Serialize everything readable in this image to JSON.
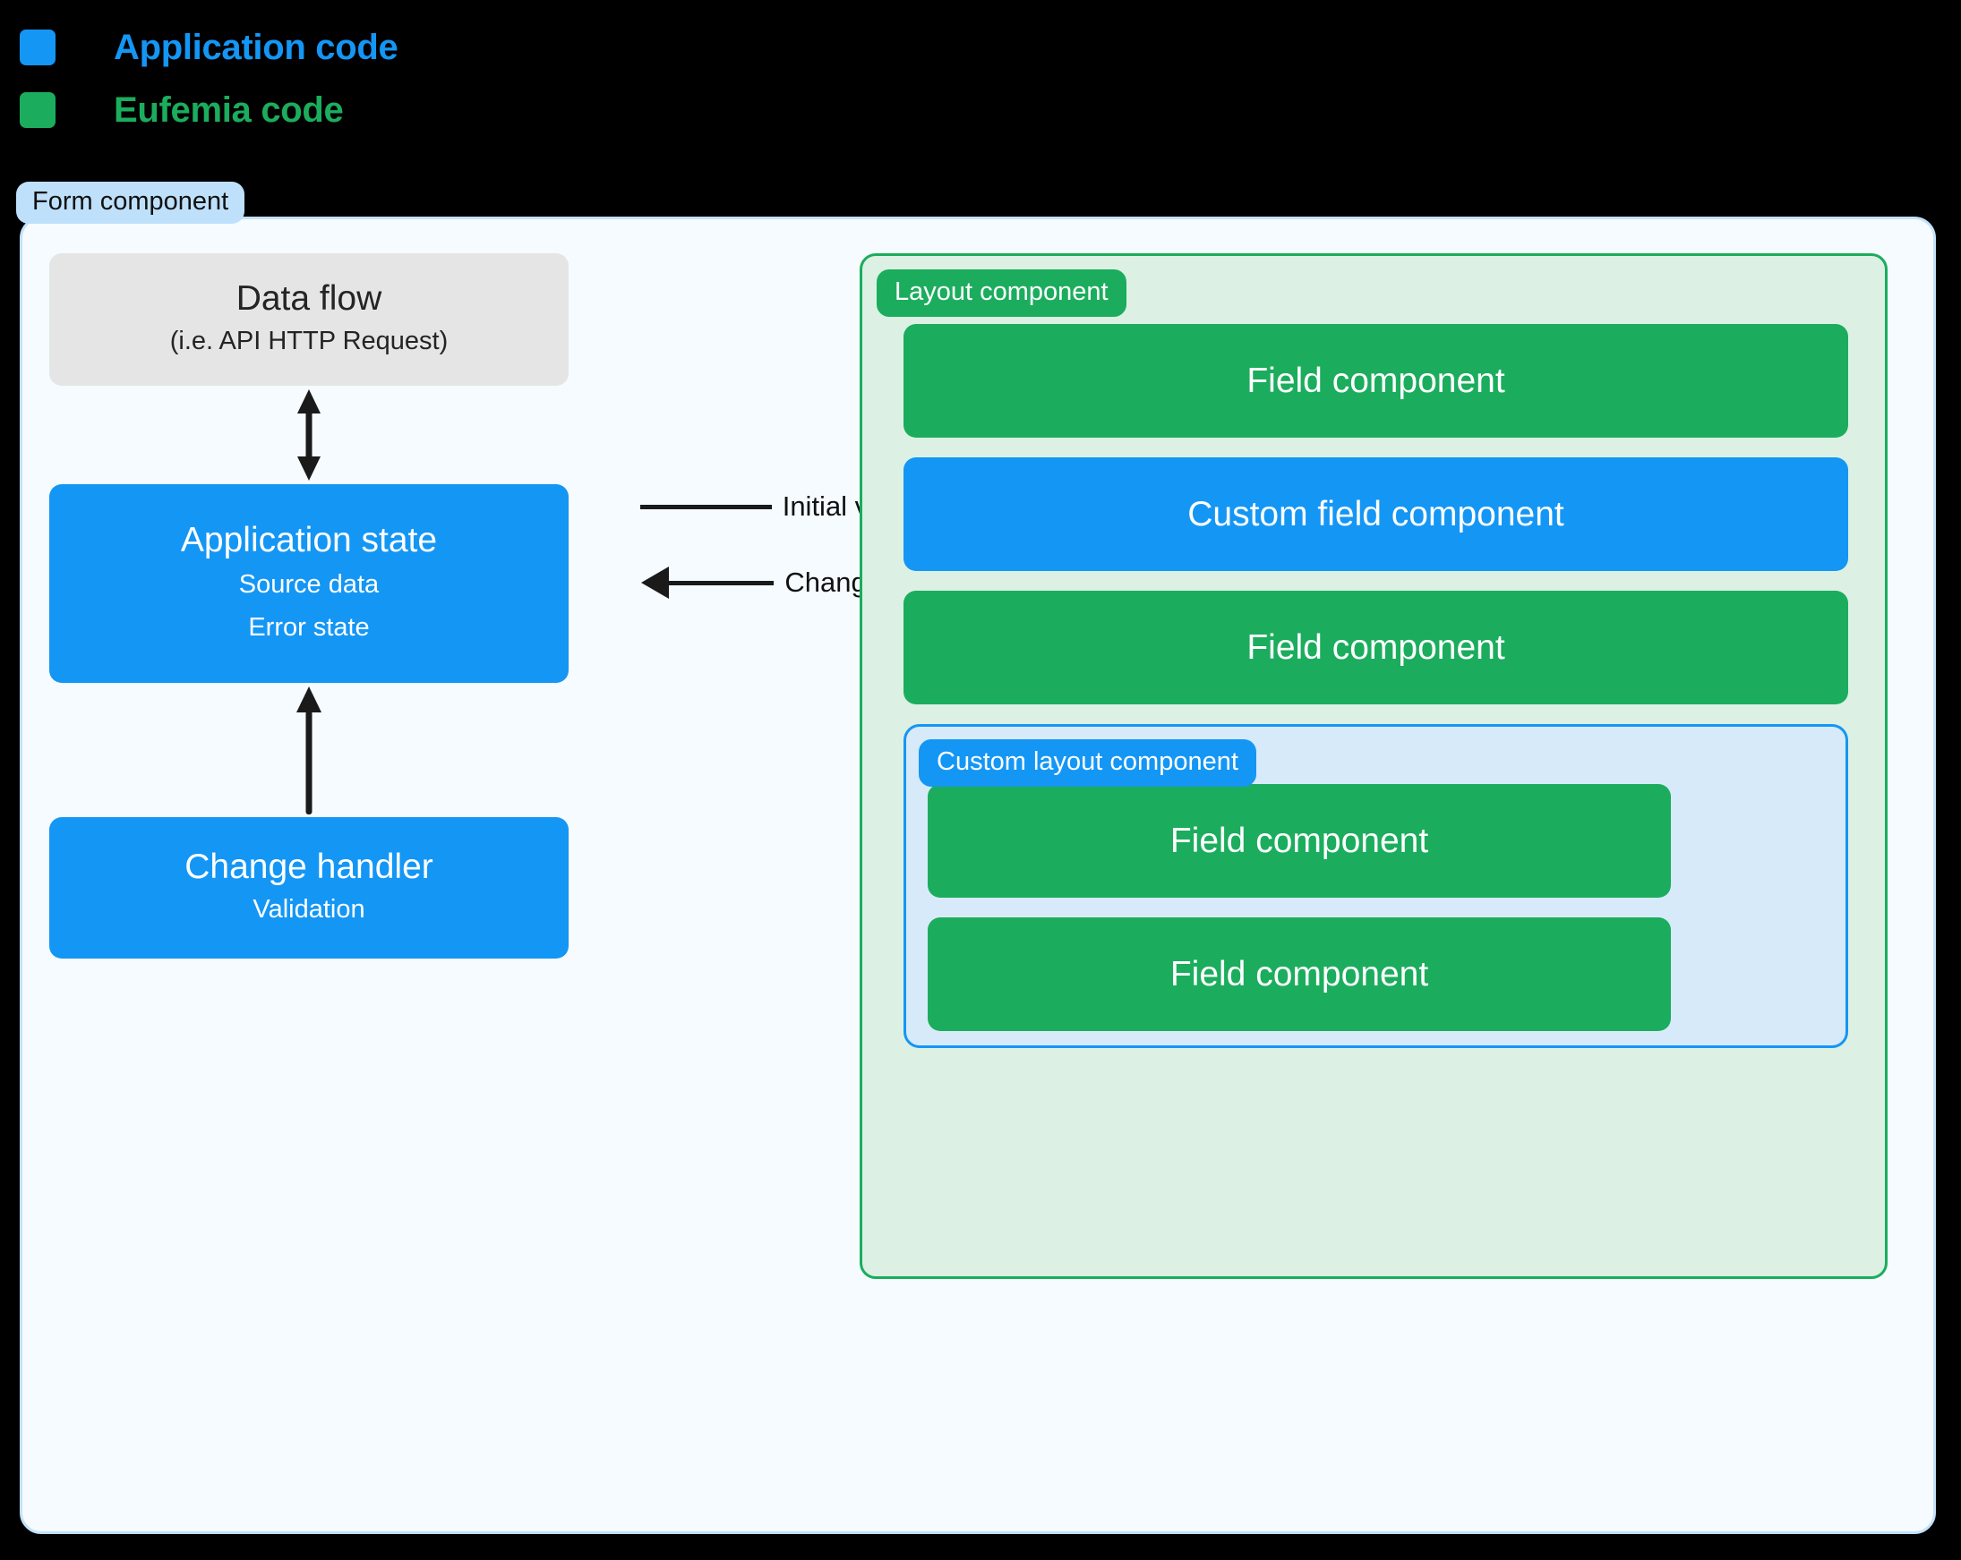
{
  "legend": {
    "items": [
      {
        "label": "Application code",
        "color": "#1496F5"
      },
      {
        "label": "Eufemia code",
        "color": "#1BAD5D"
      }
    ]
  },
  "form": {
    "badge_label": "Form component",
    "background": "#F5FBFE",
    "border_color": "#C3E1FA"
  },
  "left_column": {
    "data_flow": {
      "title": "Data flow",
      "subtitle": "(i.e. API HTTP Request)",
      "color": "#E5E5E5"
    },
    "application_state": {
      "title": "Application state",
      "sub_1": "Source data",
      "sub_2": "Error state",
      "color": "#1496F5"
    },
    "change_handler": {
      "title": "Change handler",
      "subtitle": "Validation",
      "color": "#1496F5"
    }
  },
  "connectors": {
    "data_flow_to_state": "double-headed-vertical-arrow",
    "change_handler_to_state": "up-arrow",
    "initial_values": "Initial values",
    "change_callback": "Change callback"
  },
  "layout_component": {
    "badge_label": "Layout component",
    "background": "#DCF1E3",
    "border_color": "#1BAD5D",
    "children": [
      {
        "label": "Field component",
        "kind": "eufemia"
      },
      {
        "label": "Custom field component",
        "kind": "application"
      },
      {
        "label": "Field component",
        "kind": "eufemia"
      }
    ],
    "custom_layout_component": {
      "badge_label": "Custom layout component",
      "background": "#D7EAFA",
      "border_color": "#1496F5",
      "children": [
        {
          "label": "Field component",
          "kind": "eufemia"
        },
        {
          "label": "Field component",
          "kind": "eufemia"
        }
      ]
    }
  }
}
